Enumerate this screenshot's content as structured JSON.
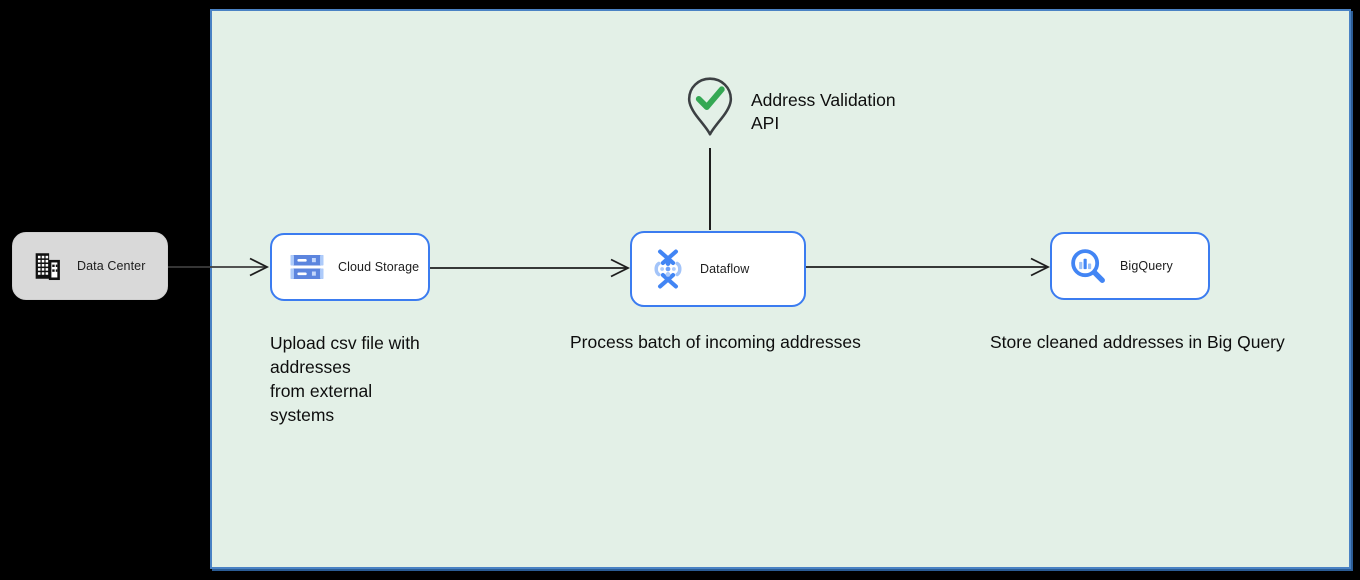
{
  "diagram": {
    "title_hint": "Address validation batch pipeline diagram",
    "colors": {
      "page_background": "#000000",
      "boundary_fill": "#e3f0e7",
      "boundary_border": "#4a82c4",
      "node_border_blue": "#3b7cf0",
      "data_center_fill": "#d9d9d9",
      "icon_blue": "#4285f4",
      "icon_light_blue": "#aecbfa",
      "check_green": "#34a853",
      "connector_black": "#1e1e1e"
    },
    "nodes": {
      "data_center": {
        "label": "Data Center",
        "icon": "building-icon"
      },
      "cloud_storage": {
        "label": "Cloud Storage",
        "icon": "cloud-storage-icon"
      },
      "dataflow": {
        "label": "Dataflow",
        "icon": "dataflow-icon"
      },
      "bigquery": {
        "label": "BigQuery",
        "icon": "bigquery-icon"
      },
      "address_validation": {
        "label": "Address Validation\nAPI",
        "icon": "map-pin-check-icon"
      }
    },
    "captions": {
      "upload": "Upload csv file with\naddresses\nfrom external\nsystems",
      "process": "Process batch of incoming addresses",
      "store": "Store cleaned addresses in Big Query"
    }
  }
}
